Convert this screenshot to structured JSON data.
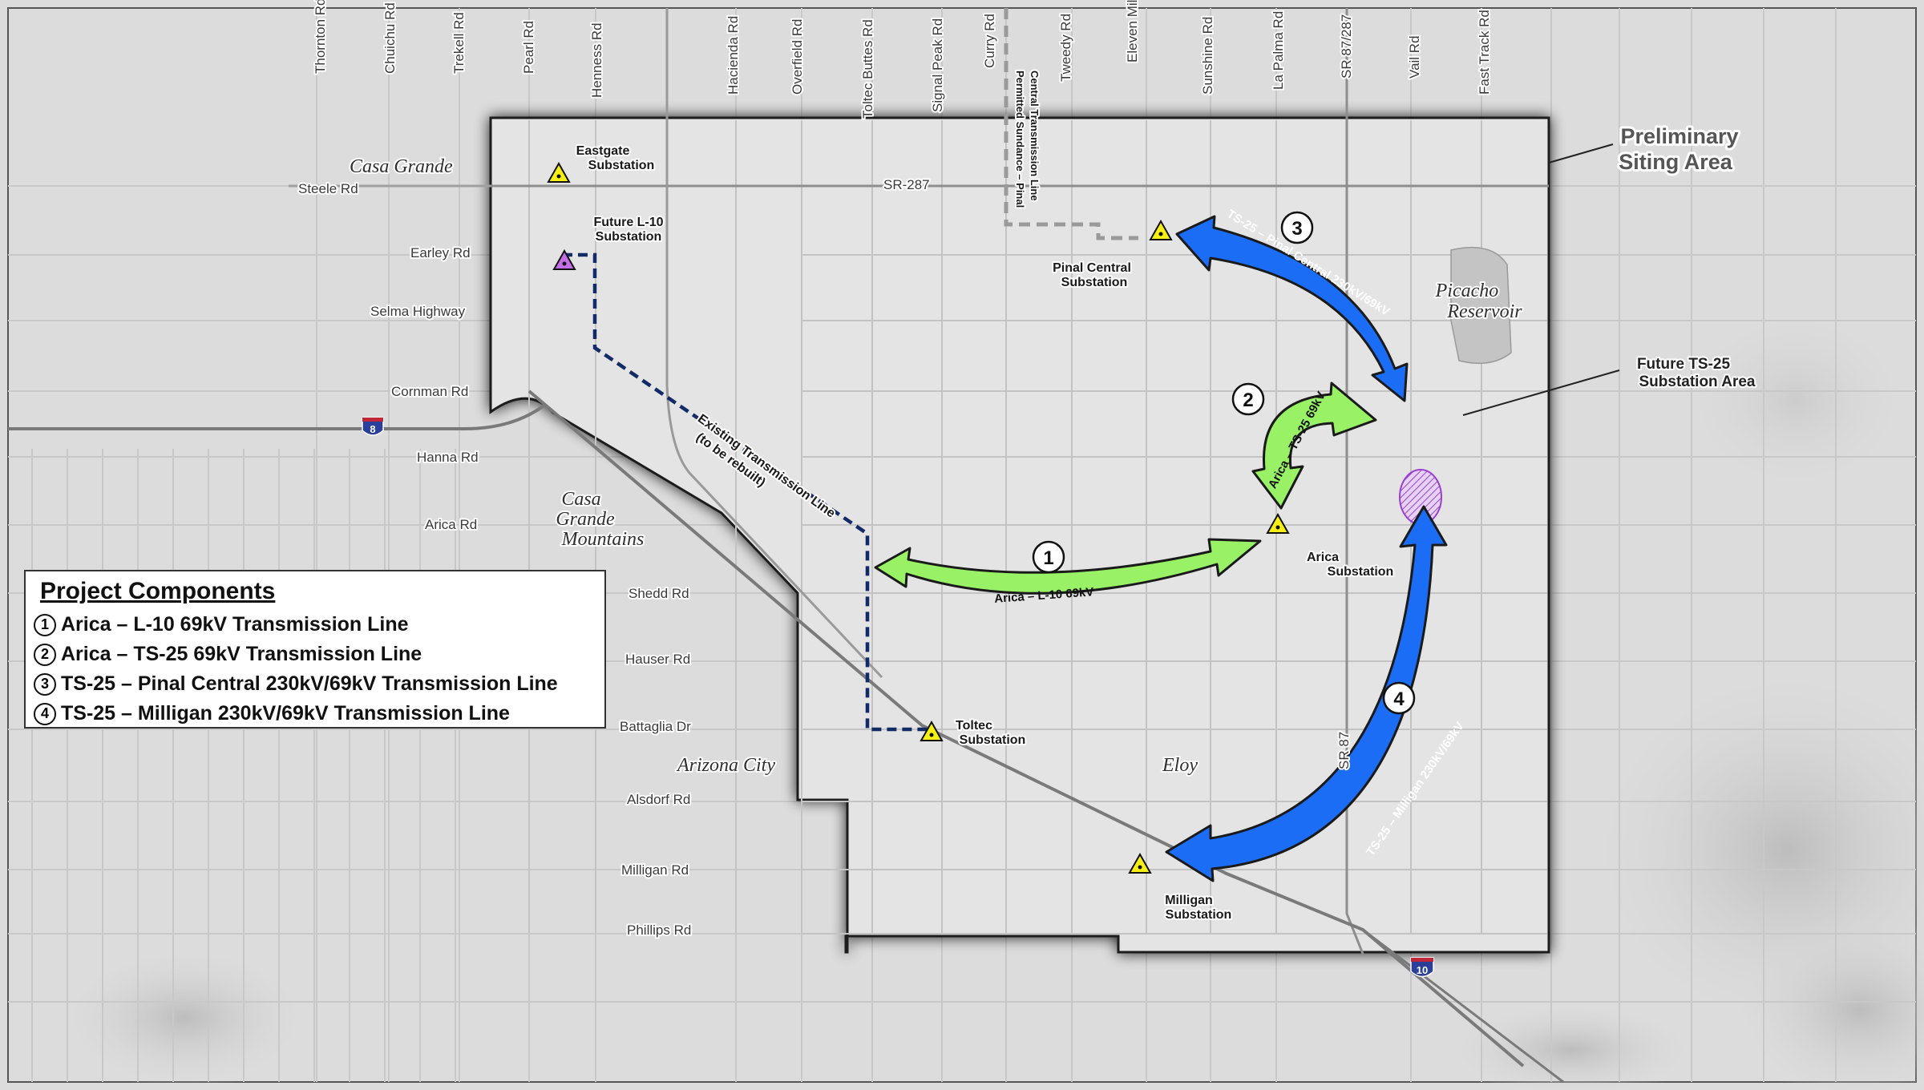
{
  "roads_ns": [
    {
      "name": "Thornton Rd"
    },
    {
      "name": "Chuichu Rd"
    },
    {
      "name": "Trekell Rd"
    },
    {
      "name": "Pearl Rd"
    },
    {
      "name": "Henness Rd"
    },
    {
      "name": "Hacienda Rd"
    },
    {
      "name": "Overfield Rd"
    },
    {
      "name": "Toltec Buttes Rd"
    },
    {
      "name": "Signal Peak Rd"
    },
    {
      "name": "Curry Rd"
    },
    {
      "name": "Tweedy Rd"
    },
    {
      "name": "Eleven Mile Corner Rd"
    },
    {
      "name": "Sunshine Rd"
    },
    {
      "name": "La Palma Rd"
    },
    {
      "name": "SR 87/287"
    },
    {
      "name": "Vail Rd"
    },
    {
      "name": "Fast Track Rd"
    }
  ],
  "roads_ew": [
    {
      "name": "Steele Rd"
    },
    {
      "name": "SR-287"
    },
    {
      "name": "Earley Rd"
    },
    {
      "name": "Selma Highway"
    },
    {
      "name": "Cornman Rd"
    },
    {
      "name": "Hanna Rd"
    },
    {
      "name": "Arica Rd"
    },
    {
      "name": "Shedd Rd"
    },
    {
      "name": "Hauser Rd"
    },
    {
      "name": "Battaglia Dr"
    },
    {
      "name": "Alsdorf Rd"
    },
    {
      "name": "Milligan Rd"
    },
    {
      "name": "Phillips Rd"
    },
    {
      "name": "SR 87"
    }
  ],
  "towns": {
    "casa_grande": "Casa Grande",
    "casa_grande_mtns": [
      "Casa",
      "Grande",
      "Mountains"
    ],
    "arizona_city": "Arizona City",
    "eloy": "Eloy",
    "picacho": [
      "Picacho",
      "Reservoir"
    ]
  },
  "interstates": {
    "i8": "8",
    "i10": "10"
  },
  "substations": {
    "eastgate": [
      "Eastgate",
      "Substation"
    ],
    "future_l10": [
      "Future L-10",
      "Substation"
    ],
    "pinal_central": [
      "Pinal Central",
      "Substation"
    ],
    "arica": [
      "Arica",
      "Substation"
    ],
    "toltec": [
      "Toltec",
      "Substation"
    ],
    "milligan": [
      "Milligan",
      "Substation"
    ]
  },
  "labels": {
    "preliminary": [
      "Preliminary",
      "Siting Area"
    ],
    "future_ts25": [
      "Future TS-25",
      "Substation Area"
    ],
    "existing_line": [
      "Existing Transmission Line",
      "(to be rebuilt)"
    ],
    "permitted_line": [
      "Permitted Sundance – Pinal",
      "Central Transmission Line"
    ]
  },
  "arrows": [
    {
      "num": "1",
      "text": "Arica – L-10 69kV"
    },
    {
      "num": "2",
      "text": "Arica – TS-25 69kV"
    },
    {
      "num": "3",
      "text": "TS-25 – Pinal Central 230kV/69kV"
    },
    {
      "num": "4",
      "text": "TS-25 – Milligan 230kV/69kV"
    }
  ],
  "legend": {
    "title": "Project Components",
    "items": [
      {
        "num": "1",
        "text": "Arica – L-10 69kV Transmission Line"
      },
      {
        "num": "2",
        "text": "Arica – TS-25 69kV Transmission Line"
      },
      {
        "num": "3",
        "text": "TS-25 – Pinal Central 230kV/69kV Transmission Line"
      },
      {
        "num": "4",
        "text": "TS-25 – Milligan 230kV/69kV Transmission Line"
      }
    ]
  },
  "colors": {
    "background": "#dcdcdc",
    "siting_area": "#e4e4e4",
    "road": "#c3c3c3",
    "major_road": "#8e8e8e",
    "green_arrow": "#99f266",
    "blue_arrow": "#1c6df5",
    "substation": "#f5ef16",
    "future_substation": "#c36ee6",
    "dashed_line": "#122a66"
  }
}
